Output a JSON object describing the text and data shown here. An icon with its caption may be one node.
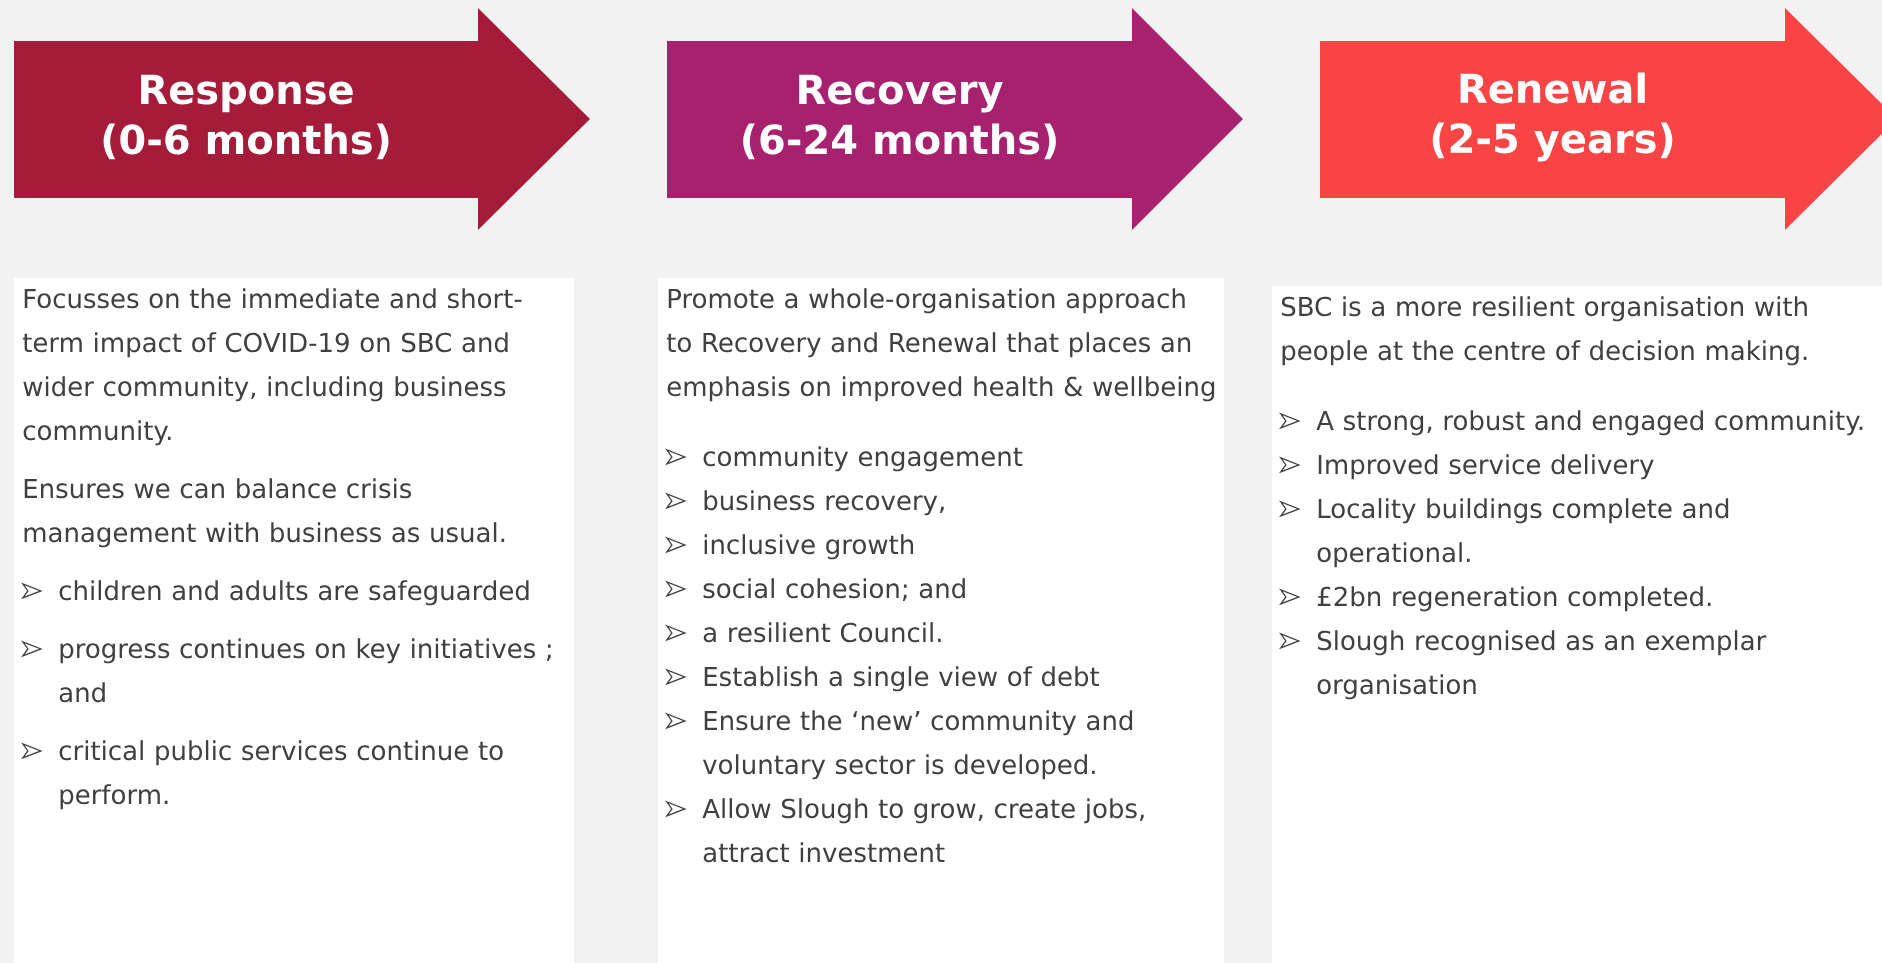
{
  "diagram": {
    "nodes": [
      {
        "text": [
          "Response",
          "(0-6 months)"
        ]
      },
      {
        "text": [
          "Recovery",
          "(6-24 months)"
        ]
      },
      {
        "text": [
          "Renewal",
          "(2-5 years)"
        ]
      },
      {
        "text": [
          "Focusses on the immediate and short-term impact of COVID-19 on SBC and wider community, including business community.",
          "Ensures we can balance crisis management with business as usual.",
          "children and adults are safeguarded",
          "progress continues on key initiatives ; and",
          "critical public services continue to perform."
        ]
      },
      {
        "text": [
          "Promote a whole-organisation approach to Recovery and Renewal that places an emphasis on improved health & wellbeing",
          "community engagement",
          "business recovery,",
          "inclusive growth",
          "social cohesion; and",
          "a resilient Council.",
          "Establish a single view of debt",
          "Ensure the ‘new’ community and voluntary sector is developed.",
          "Allow Slough to grow, create jobs, attract investment"
        ]
      },
      {
        "text": [
          "SBC is a more resilient organisation with people at the centre of decision making.",
          "A strong, robust and engaged community.",
          "Improved service delivery",
          "Locality buildings complete and operational.",
          "£2bn regeneration completed.",
          "Slough recognised as an exemplar organisation"
        ]
      }
    ]
  }
}
